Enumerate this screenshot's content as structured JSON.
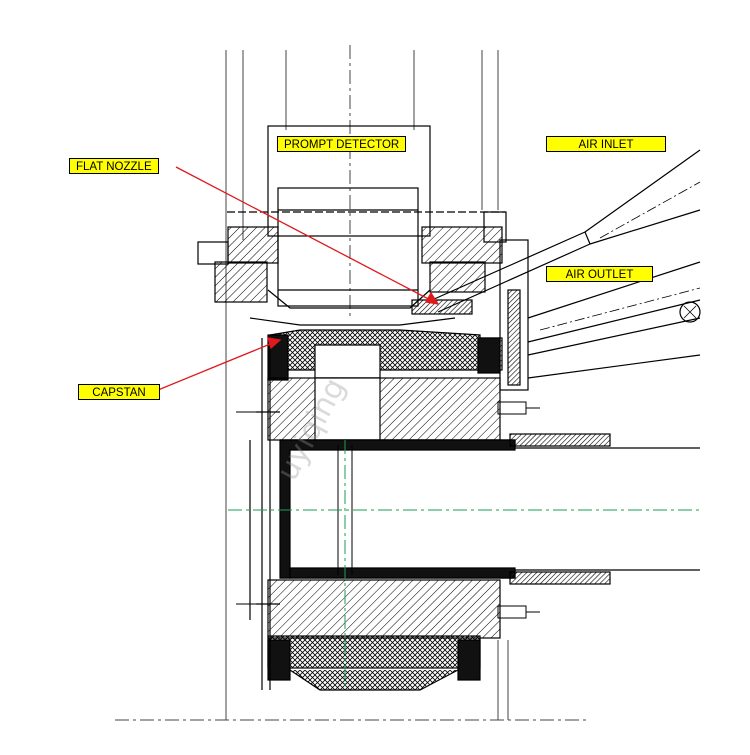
{
  "labels": {
    "prompt_detector": "PROMPT DETECTOR",
    "flat_nozzle": "FLAT NOZZLE",
    "air_inlet": "AIR INLET",
    "air_outlet": "AIR OUTLET",
    "capstan": "CAPSTAN"
  },
  "watermark": "uyiqing",
  "colors": {
    "label_fill": "#ffff00",
    "leader_line": "#e0191d",
    "centerline": "#1a9e52",
    "hatch": "#000000"
  }
}
